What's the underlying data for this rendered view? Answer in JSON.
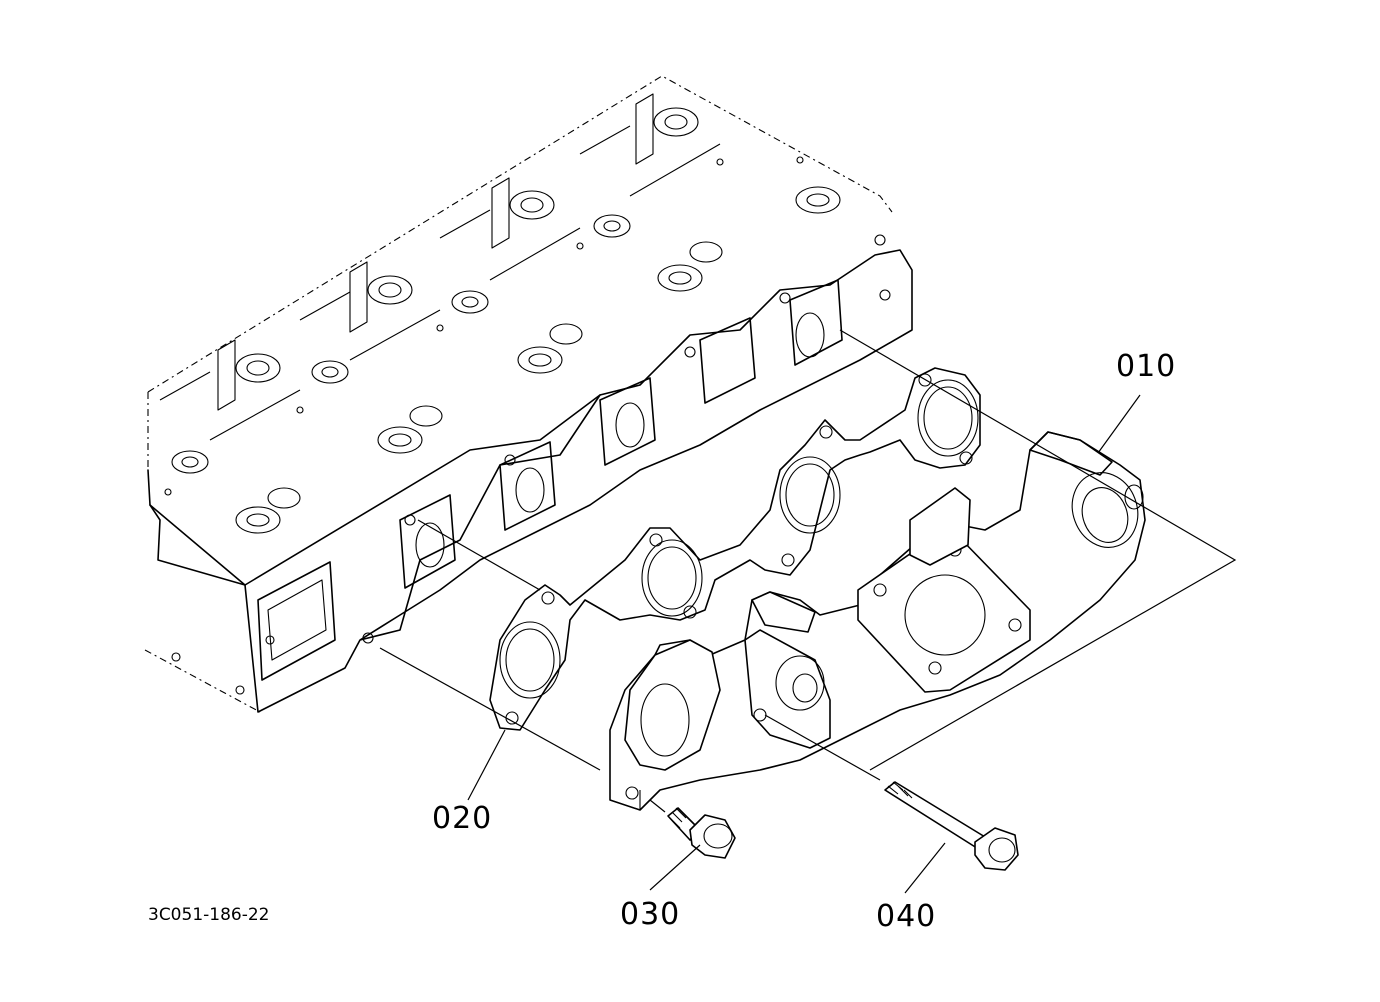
{
  "labels": {
    "exhaust_manifold": "010",
    "gasket": "020",
    "short_bolt": "030",
    "long_bolt": "040"
  },
  "drawing_code": "3C051-186-22",
  "colors": {
    "line": "#000000",
    "background": "#ffffff"
  }
}
